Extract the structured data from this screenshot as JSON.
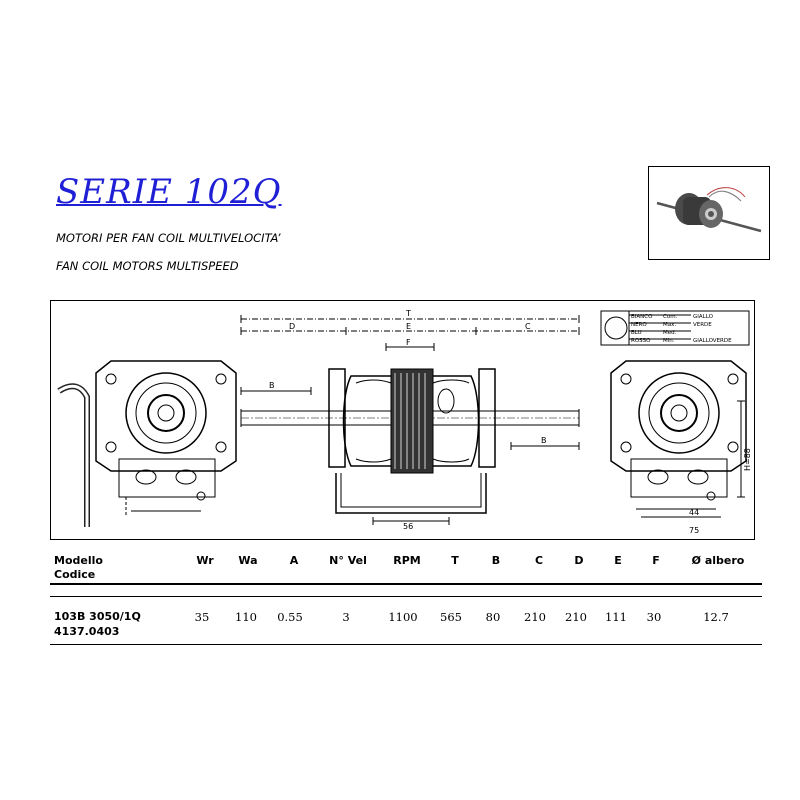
{
  "header": {
    "title": "SERIE 102Q",
    "subtitle_it": "MOTORI PER FAN COIL MULTIVELOCITA’",
    "subtitle_en": "FAN COIL MOTORS MULTISPEED"
  },
  "drawing": {
    "dimensions": {
      "T": "T",
      "D": "D",
      "E": "E",
      "C": "C",
      "F": "F",
      "B": "B",
      "base_width": "56",
      "h88": "H=88",
      "w44": "44",
      "w75": "75"
    },
    "wiring_legend": [
      {
        "wire": "BIANCO",
        "speed": "Com."
      },
      {
        "wire": "NERO",
        "speed": "Max."
      },
      {
        "wire": "BLU",
        "speed": "Med."
      },
      {
        "wire": "ROSSO",
        "speed": "Min."
      }
    ],
    "wiring_labels": [
      "GIALLO",
      "VERDE",
      "GIALLOVERDE"
    ]
  },
  "table": {
    "headers": {
      "model": "Modello",
      "code": "Codice",
      "wr": "Wr",
      "wa": "Wa",
      "a": "A",
      "nvel": "N° Vel",
      "rpm": "RPM",
      "t": "T",
      "b": "B",
      "c": "C",
      "d": "D",
      "e": "E",
      "f": "F",
      "shaft": "Ø albero"
    },
    "rows": [
      {
        "model": "103B 3050/1Q",
        "code": "4137.0403",
        "wr": "35",
        "wa": "110",
        "a": "0.55",
        "nvel": "3",
        "rpm": "1100",
        "t": "565",
        "b": "80",
        "c": "210",
        "d": "210",
        "e": "111",
        "f": "30",
        "shaft": "12.7"
      }
    ]
  }
}
